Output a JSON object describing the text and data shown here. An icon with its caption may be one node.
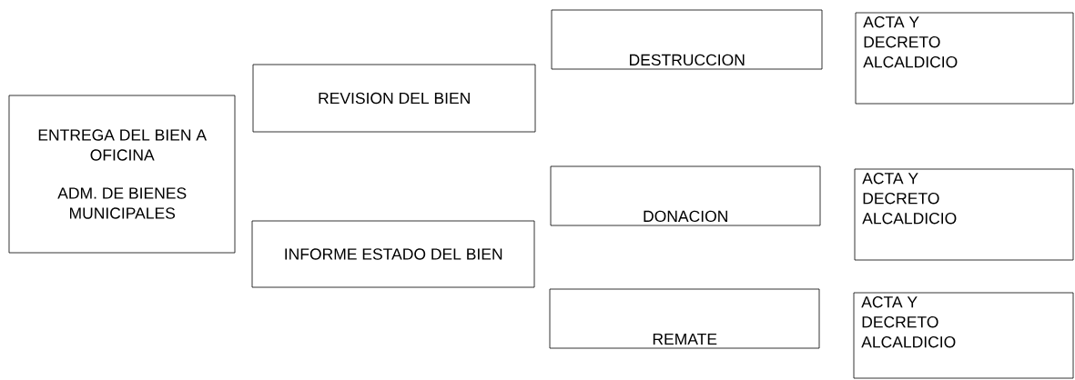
{
  "diagram": {
    "nodes": [
      {
        "text": [
          "ENTREGA DEL BIEN A OFICINA",
          "ADM. DE BIENES MUNICIPALES"
        ]
      },
      {
        "text": [
          "REVISION DEL BIEN"
        ]
      },
      {
        "text": [
          "INFORME ESTADO DEL BIEN"
        ]
      },
      {
        "text": [
          "DESTRUCCION"
        ]
      },
      {
        "text": [
          "DONACION"
        ]
      },
      {
        "text": [
          "REMATE"
        ]
      },
      {
        "text": [
          "ACTA Y DECRETO ALCALDICIO"
        ]
      },
      {
        "text": [
          "ACTA Y DECRETO ALCALDICIO"
        ]
      },
      {
        "text": [
          "ACTA Y DECRETO ALCALDICIO"
        ]
      }
    ],
    "edges": []
  }
}
